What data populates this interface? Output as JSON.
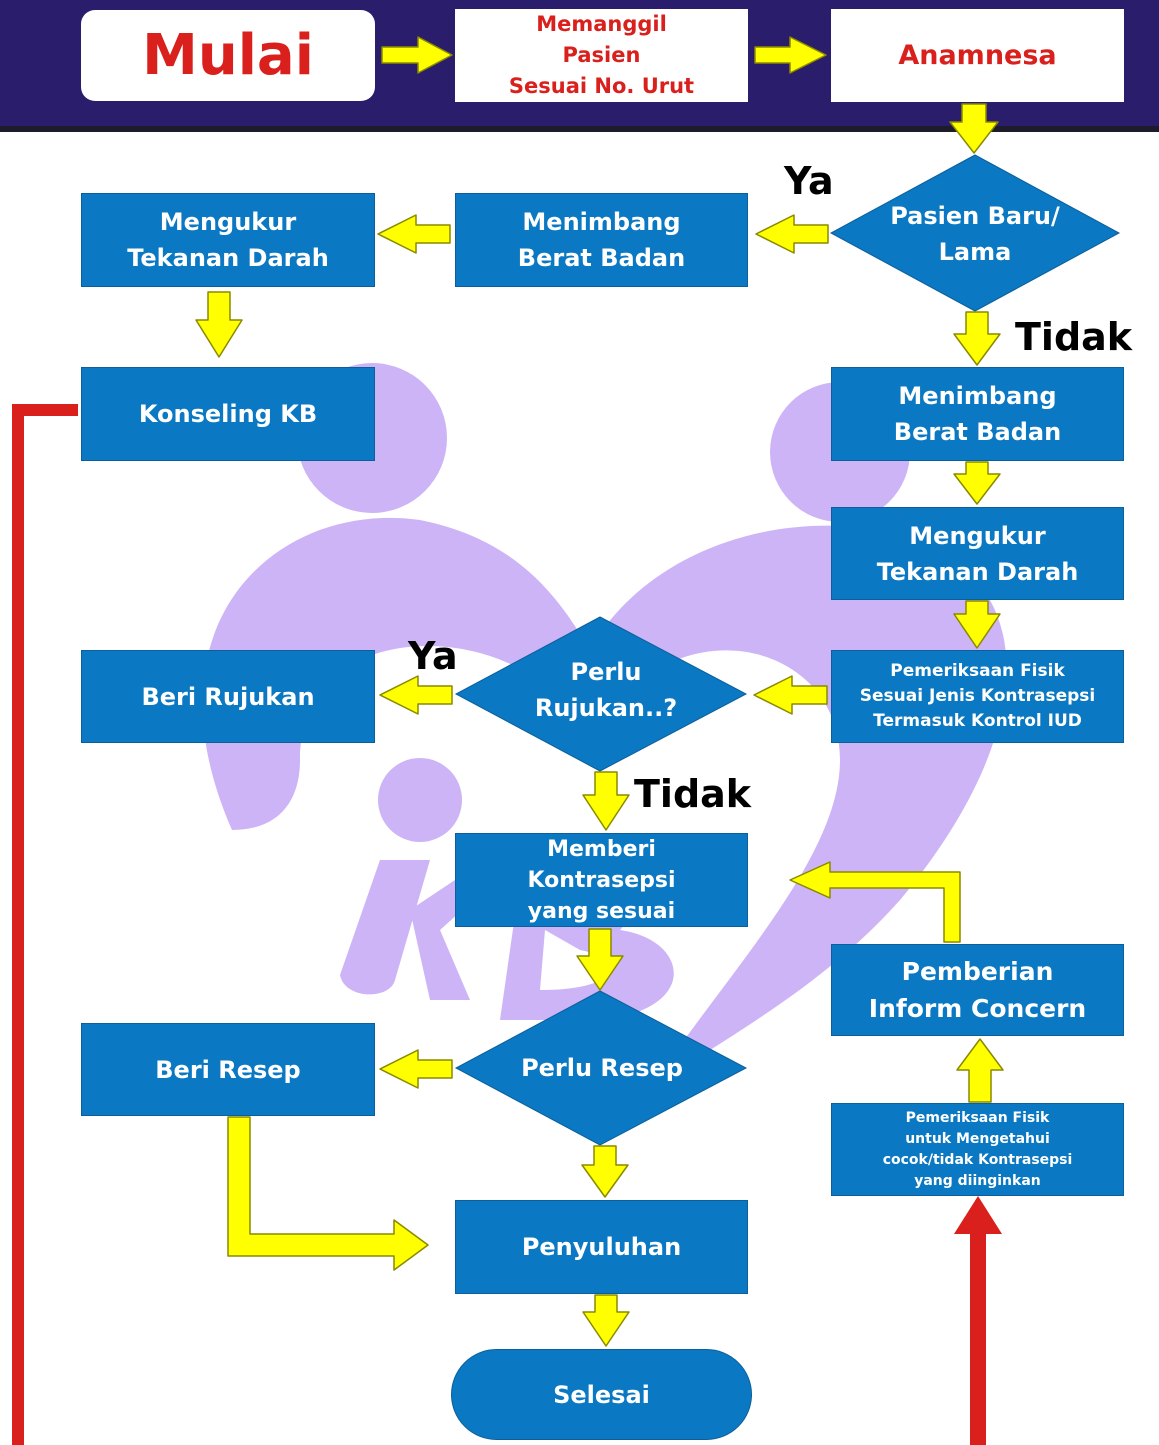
{
  "header": {
    "start": "Mulai",
    "call_patient": "Memanggil\nPasien\nSesuai No. Urut",
    "anamnesis": "Anamnesa"
  },
  "nodes": {
    "patient_decision": "Pasien Baru/\nLama",
    "weigh_new": "Menimbang\nBerat Badan",
    "blood_pressure_new": "Mengukur\nTekanan Darah",
    "counseling": "Konseling KB",
    "weigh_existing": "Menimbang\nBerat Badan",
    "blood_pressure_existing": "Mengukur\nTekanan Darah",
    "physical_exam_iud": "Pemeriksaan Fisik\nSesuai Jenis Kontrasepsi\nTermasuk Kontrol IUD",
    "referral_decision": "Perlu\nRujukan..?",
    "give_referral": "Beri Rujukan",
    "give_contraception": "Memberi\nKontrasepsi\nyang sesuai",
    "informed_consent": "Pemberian\nInform Concern",
    "physical_exam_match": "Pemeriksaan Fisik\nuntuk Mengetahui\ncocok/tidak Kontrasepsi\nyang diinginkan",
    "prescription_decision": "Perlu Resep",
    "give_prescription": "Beri Resep",
    "education": "Penyuluhan",
    "finish": "Selesai"
  },
  "labels": {
    "yes_top": "Ya",
    "no_top": "Tidak",
    "yes_mid": "Ya",
    "no_mid": "Tidak"
  },
  "colors": {
    "header_band": "#2a1d6b",
    "node_fill": "#0a78c2",
    "arrow_yellow": "#ffff00",
    "arrow_outline": "#8a8a00",
    "return_line_red": "#d9201c",
    "logo_lavender": "#cdb4f7",
    "title_red": "#d9201c"
  }
}
